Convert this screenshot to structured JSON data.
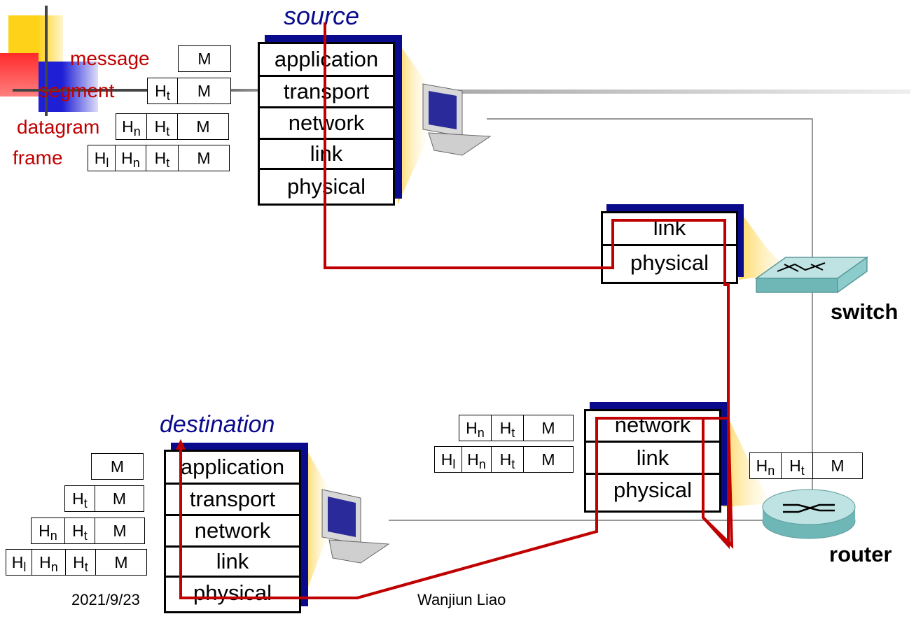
{
  "source_title": "source",
  "destination_title": "destination",
  "labels": {
    "message": "message",
    "segment": "segment",
    "datagram": "datagram",
    "frame": "frame"
  },
  "headers": {
    "M": "M",
    "Ht": "H",
    "Ht_sub": "t",
    "Hn": "H",
    "Hn_sub": "n",
    "Hl": "H",
    "Hl_sub": "l"
  },
  "source_stack": [
    "application",
    "transport",
    "network",
    "link",
    "physical"
  ],
  "switch_stack": [
    "link",
    "physical"
  ],
  "router_stack": [
    "network",
    "link",
    "physical"
  ],
  "dest_stack": [
    "application",
    "transport",
    "network",
    "link",
    "physical"
  ],
  "switch_label": "switch",
  "router_label": "router",
  "footer": {
    "date": "2021/9/23",
    "author": "Wanjiun Liao"
  },
  "colors": {
    "path": "#c00000",
    "stack_shadow": "#0a0a8c",
    "title": "#0a0a8c",
    "label": "#c00000"
  }
}
